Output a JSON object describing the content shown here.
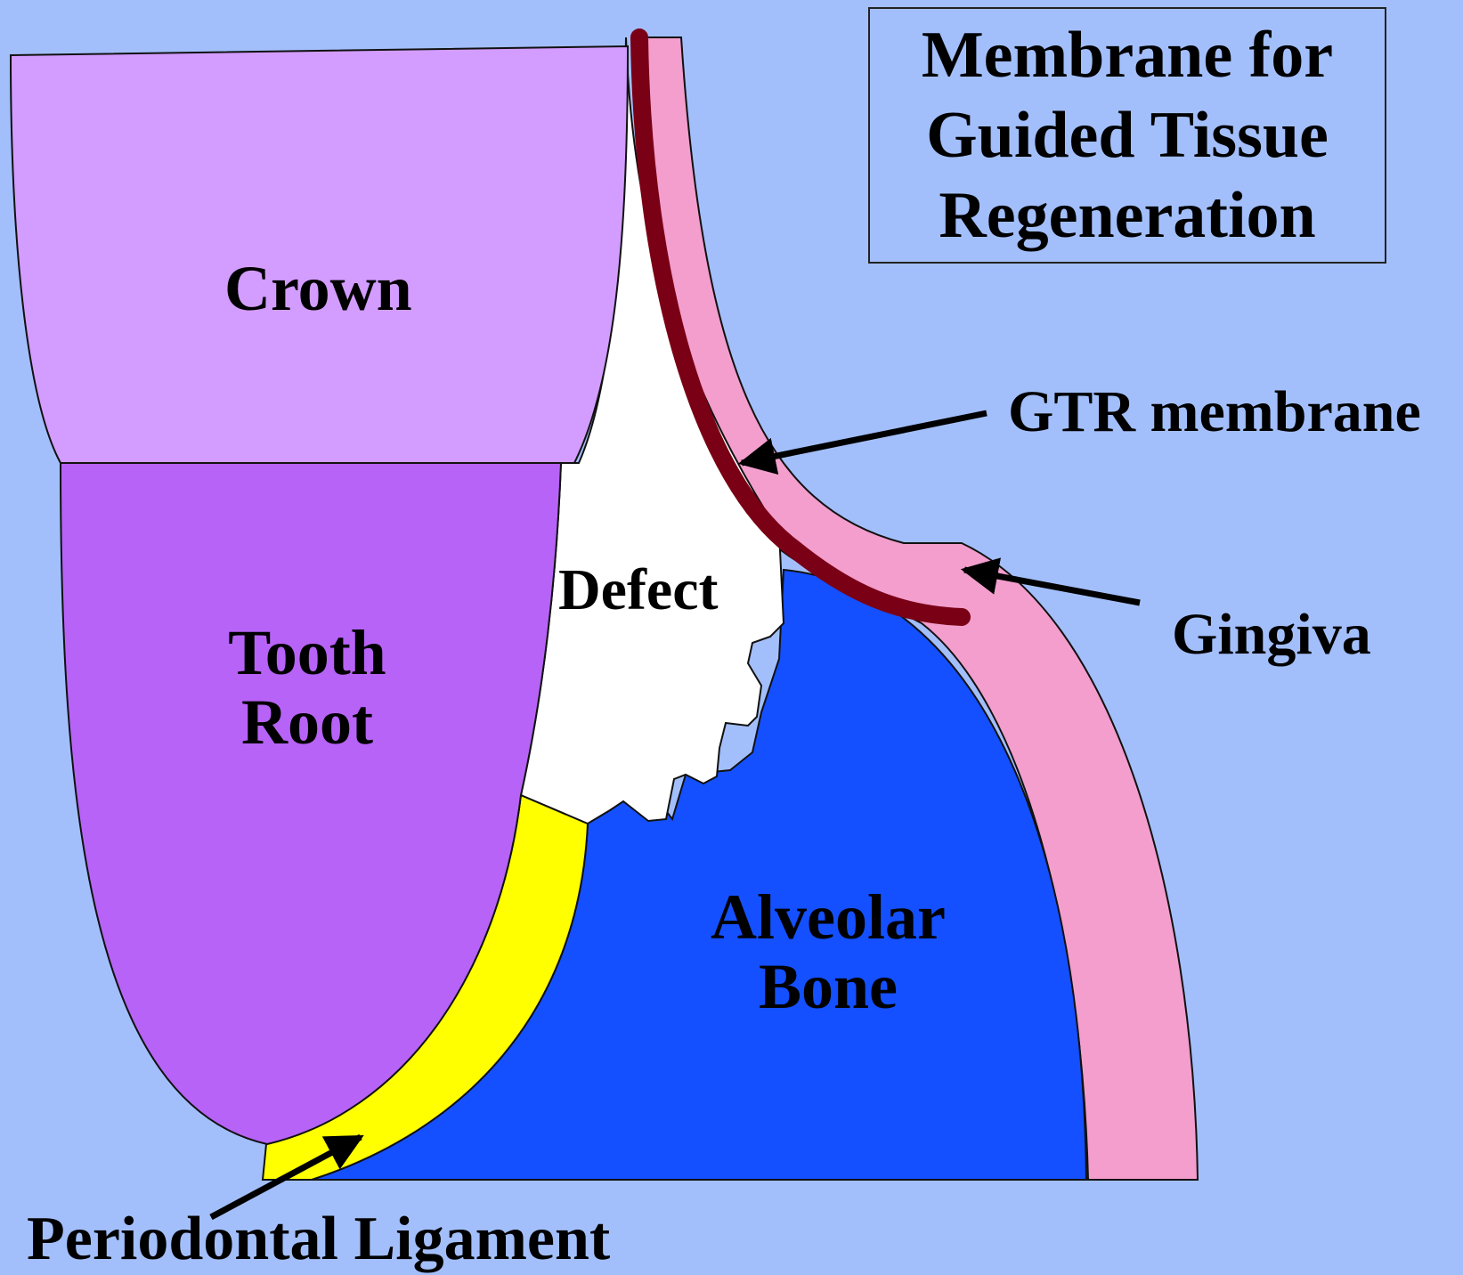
{
  "title": {
    "lines": [
      "Membrane for",
      "Guided Tissue",
      "Regeneration"
    ]
  },
  "labels": {
    "crown": "Crown",
    "tooth_root_line1": "Tooth",
    "tooth_root_line2": "Root",
    "defect": "Defect",
    "alveolar_line1": "Alveolar",
    "alveolar_line2": "Bone",
    "gtr_membrane": "GTR membrane",
    "gingiva": "Gingiva",
    "periodontal_ligament": "Periodontal Ligament"
  },
  "colors": {
    "background": "#a3bffb",
    "crown": "#d39cff",
    "tooth_root": "#b763f7",
    "defect": "#ffffff",
    "periodontal_ligament": "#ffff00",
    "alveolar_bone": "#1450ff",
    "gingiva": "#f39ecd",
    "gtr_membrane": "#7a0015",
    "arrow": "#000000"
  }
}
